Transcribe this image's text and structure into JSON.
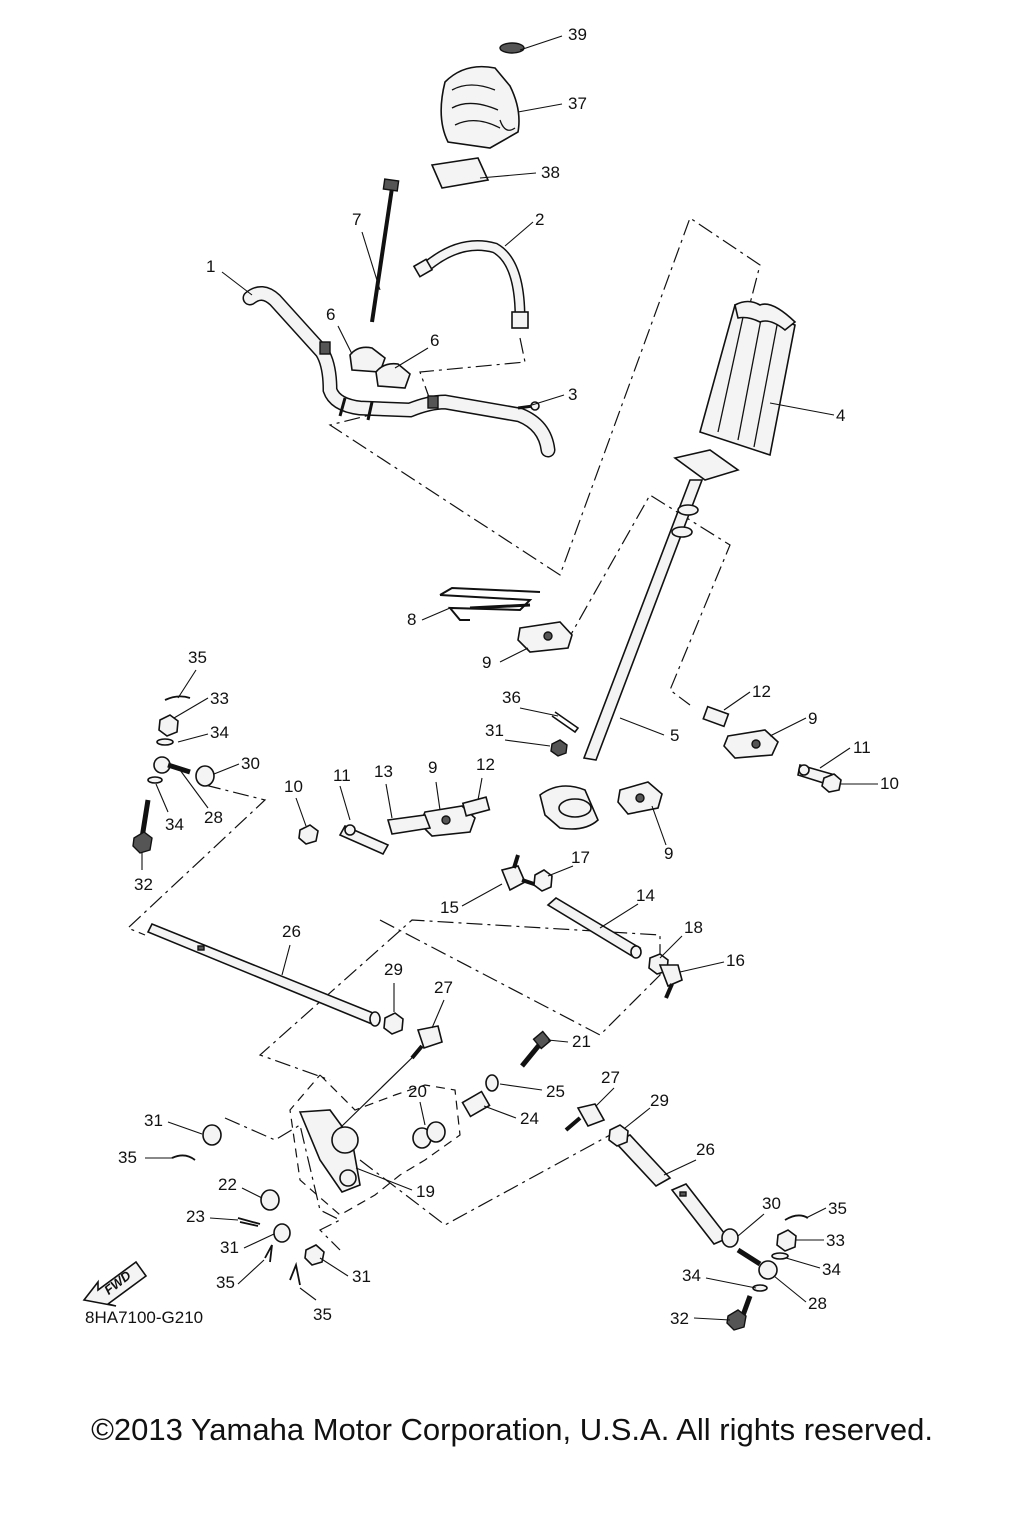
{
  "diagram": {
    "code": "8HA7100-G210",
    "fwd_label": "FWD",
    "callouts": [
      {
        "id": "c39",
        "label": "39"
      },
      {
        "id": "c37",
        "label": "37"
      },
      {
        "id": "c38",
        "label": "38"
      },
      {
        "id": "c2",
        "label": "2"
      },
      {
        "id": "c7",
        "label": "7"
      },
      {
        "id": "c1",
        "label": "1"
      },
      {
        "id": "c6a",
        "label": "6"
      },
      {
        "id": "c6b",
        "label": "6"
      },
      {
        "id": "c3",
        "label": "3"
      },
      {
        "id": "c4",
        "label": "4"
      },
      {
        "id": "c8",
        "label": "8"
      },
      {
        "id": "c9a",
        "label": "9"
      },
      {
        "id": "c35a",
        "label": "35"
      },
      {
        "id": "c33a",
        "label": "33"
      },
      {
        "id": "c34a",
        "label": "34"
      },
      {
        "id": "c30a",
        "label": "30"
      },
      {
        "id": "c28a",
        "label": "28"
      },
      {
        "id": "c34b",
        "label": "34"
      },
      {
        "id": "c32a",
        "label": "32"
      },
      {
        "id": "c10a",
        "label": "10"
      },
      {
        "id": "c11a",
        "label": "11"
      },
      {
        "id": "c13",
        "label": "13"
      },
      {
        "id": "c9b",
        "label": "9"
      },
      {
        "id": "c12a",
        "label": "12"
      },
      {
        "id": "c36",
        "label": "36"
      },
      {
        "id": "c31a",
        "label": "31"
      },
      {
        "id": "c5",
        "label": "5"
      },
      {
        "id": "c12b",
        "label": "12"
      },
      {
        "id": "c9c",
        "label": "9"
      },
      {
        "id": "c11b",
        "label": "11"
      },
      {
        "id": "c10b",
        "label": "10"
      },
      {
        "id": "c9d",
        "label": "9"
      },
      {
        "id": "c17",
        "label": "17"
      },
      {
        "id": "c15",
        "label": "15"
      },
      {
        "id": "c14",
        "label": "14"
      },
      {
        "id": "c18",
        "label": "18"
      },
      {
        "id": "c16",
        "label": "16"
      },
      {
        "id": "c26a",
        "label": "26"
      },
      {
        "id": "c29a",
        "label": "29"
      },
      {
        "id": "c27a",
        "label": "27"
      },
      {
        "id": "c21",
        "label": "21"
      },
      {
        "id": "c25",
        "label": "25"
      },
      {
        "id": "c20",
        "label": "20"
      },
      {
        "id": "c24",
        "label": "24"
      },
      {
        "id": "c27b",
        "label": "27"
      },
      {
        "id": "c29b",
        "label": "29"
      },
      {
        "id": "c31b",
        "label": "31"
      },
      {
        "id": "c35b",
        "label": "35"
      },
      {
        "id": "c26b",
        "label": "26"
      },
      {
        "id": "c22",
        "label": "22"
      },
      {
        "id": "c19",
        "label": "19"
      },
      {
        "id": "c23",
        "label": "23"
      },
      {
        "id": "c30b",
        "label": "30"
      },
      {
        "id": "c35c",
        "label": "35"
      },
      {
        "id": "c31c",
        "label": "31"
      },
      {
        "id": "c33b",
        "label": "33"
      },
      {
        "id": "c35d",
        "label": "35"
      },
      {
        "id": "c34c",
        "label": "34"
      },
      {
        "id": "c31d",
        "label": "31"
      },
      {
        "id": "c34d",
        "label": "34"
      },
      {
        "id": "c28b",
        "label": "28"
      },
      {
        "id": "c35e",
        "label": "35"
      },
      {
        "id": "c32b",
        "label": "32"
      }
    ]
  },
  "footer": {
    "copyright": "©2013 Yamaha Motor Corporation, U.S.A. All rights reserved."
  }
}
